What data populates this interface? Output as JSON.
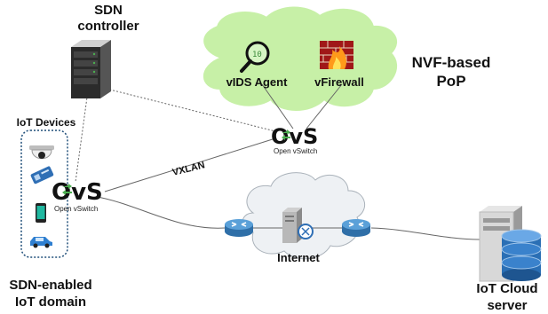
{
  "sdn_controller": {
    "line1": "SDN",
    "line2": "controller"
  },
  "pop": {
    "line1": "NVF-based",
    "line2": "PoP"
  },
  "vids_agent": {
    "label": "vIDS Agent"
  },
  "vfirewall": {
    "label": "vFirewall"
  },
  "iot_devices": {
    "label": "IoT Devices"
  },
  "ovs_edge": {
    "logo": "OvS",
    "caption": "Open vSwitch"
  },
  "ovs_pop": {
    "logo": "OvS",
    "caption": "Open vSwitch"
  },
  "vxlan": {
    "label": "VXLAN"
  },
  "internet": {
    "label": "Internet"
  },
  "sdn_domain": {
    "line1": "SDN-enabled",
    "line2": "IoT domain"
  },
  "iot_cloud": {
    "line1": "IoT Cloud",
    "line2": "server"
  },
  "colors": {
    "cloud_green": "#c7f0a7",
    "cloud_grey": "#eef1f4",
    "router_blue": "#5aa0d8",
    "ovs_arrow_green": "#4caf50",
    "db_blue": "#2a6fb5"
  },
  "icons": [
    "server-rack-icon",
    "magnifier-icon",
    "firewall-icon",
    "camera-icon",
    "sensor-icon",
    "phone-icon",
    "car-icon",
    "router-icon",
    "server-icon",
    "database-icon"
  ]
}
